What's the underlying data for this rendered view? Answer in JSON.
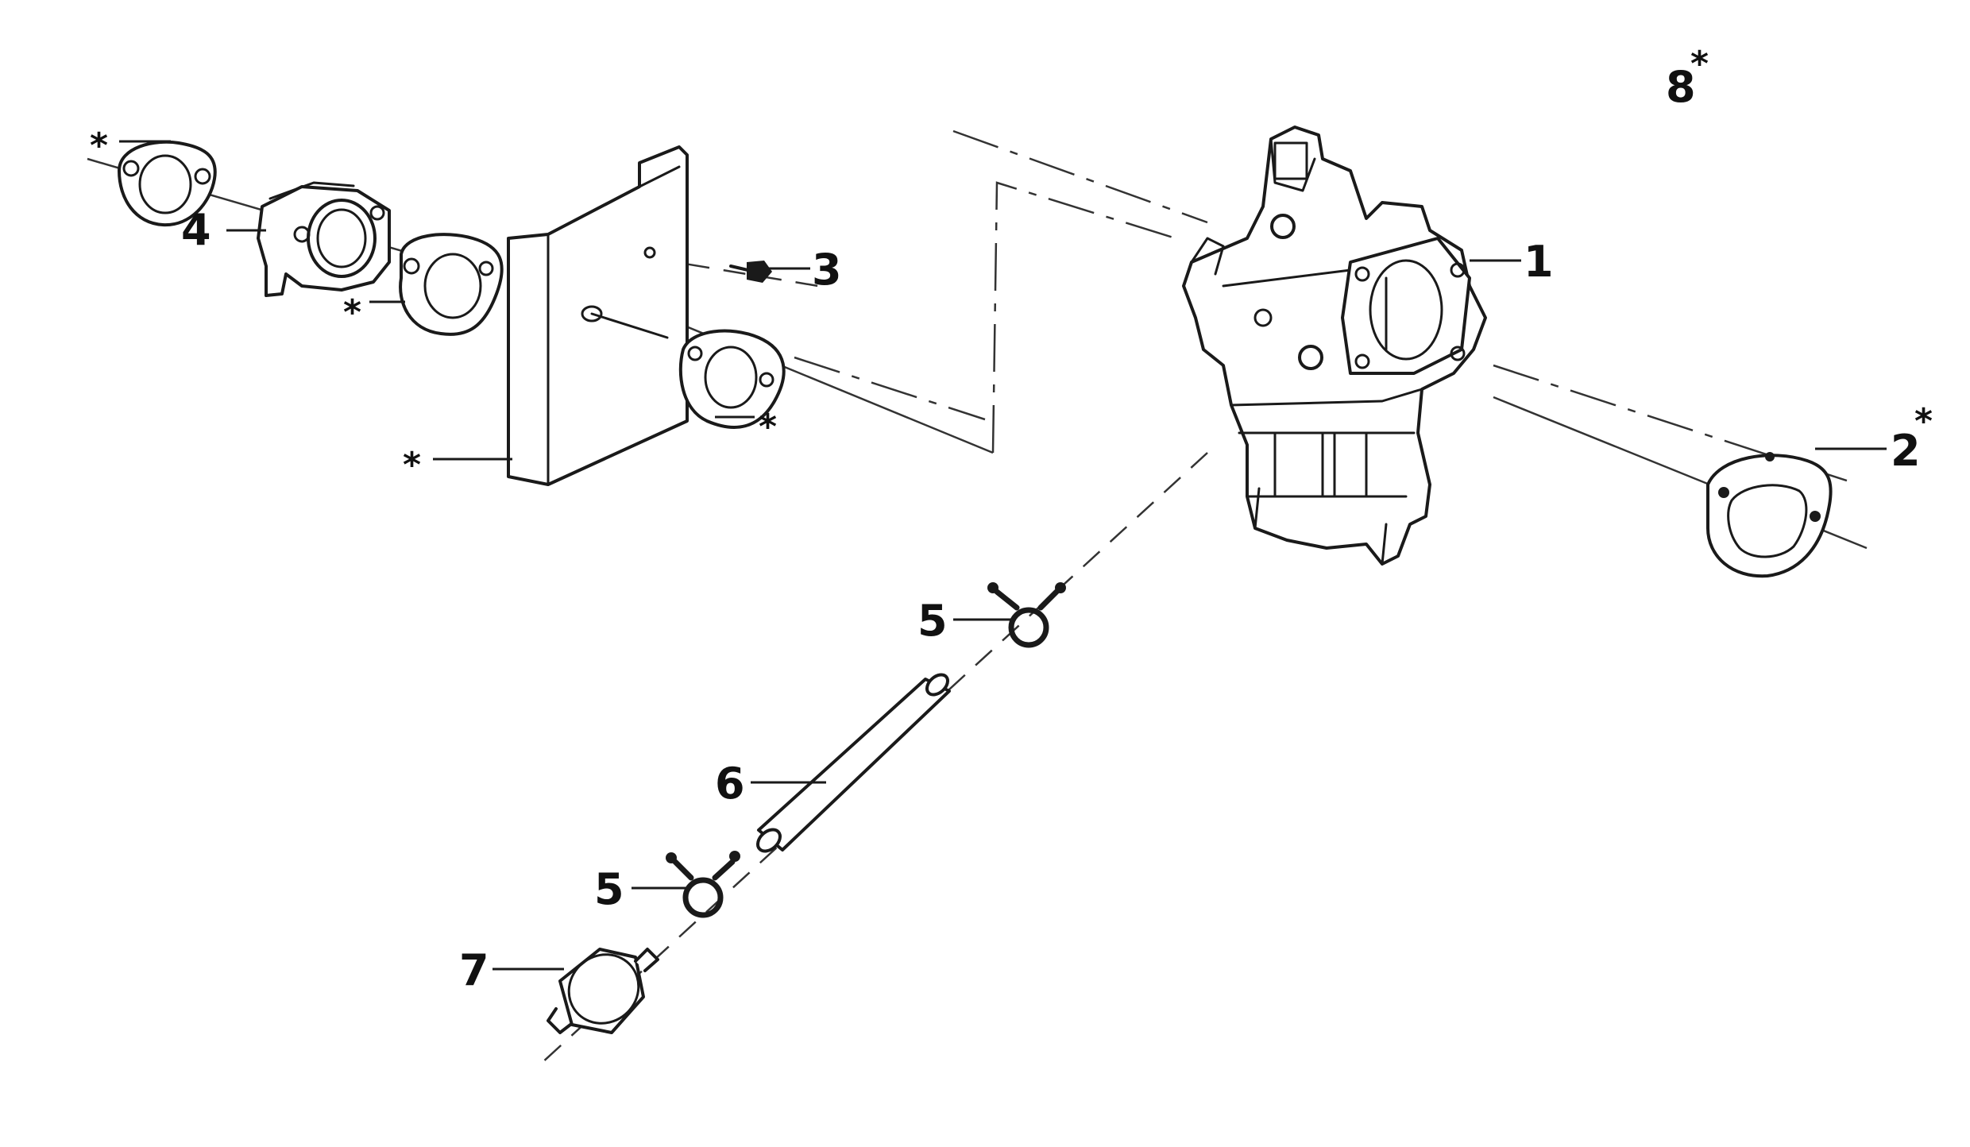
{
  "callouts": {
    "c1": "1",
    "c2": "2",
    "c3": "3",
    "c4": "4",
    "c5a": "5",
    "c5b": "5",
    "c6": "6",
    "c7": "7",
    "c8": "8"
  },
  "marks": {
    "star": "*"
  },
  "colors": {
    "line": "#1a1a1a",
    "background": "#ffffff"
  }
}
